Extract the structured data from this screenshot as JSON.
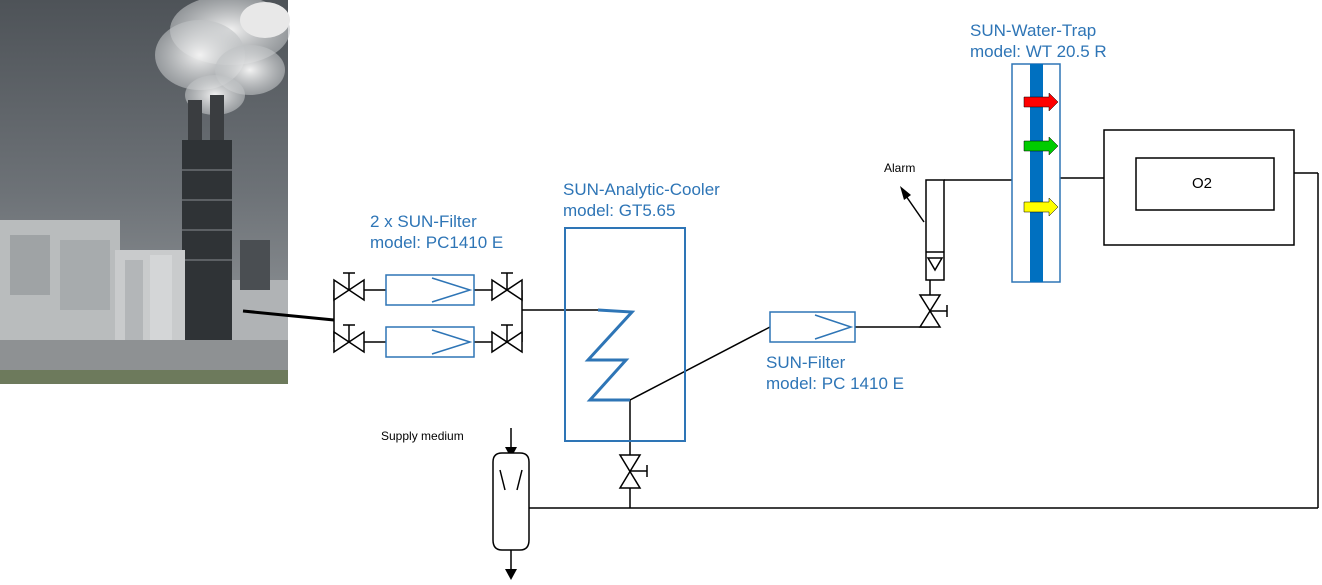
{
  "labels": {
    "filter_pair_title": "2 x SUN-Filter",
    "filter_pair_model": "model: PC1410 E",
    "cooler_title": "SUN-Analytic-Cooler",
    "cooler_model": "model: GT5.65",
    "filter_title": "SUN-Filter",
    "filter_model": "model: PC 1410 E",
    "water_trap_title": "SUN-Water-Trap",
    "water_trap_model": "model: WT 20.5 R",
    "alarm": "Alarm",
    "supply_medium": "Supply medium",
    "analyzer": "O2"
  },
  "colors": {
    "accent_blue": "#2e75b6",
    "line": "#000000",
    "trap_stripe": "#0070c0",
    "arrow_red": "#ff0000",
    "arrow_green": "#00cc00",
    "arrow_yellow": "#ffff00"
  },
  "photo": {
    "subject": "power-plant-chimney-photo"
  }
}
